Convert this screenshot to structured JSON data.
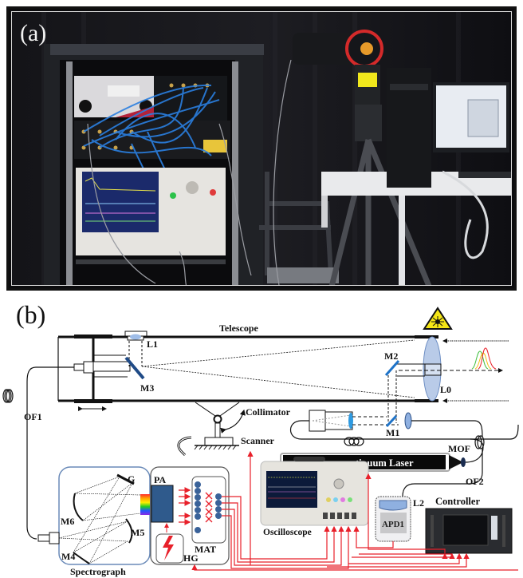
{
  "figure": {
    "panel_a_label": "(a)",
    "panel_b_label": "(b)"
  },
  "photo": {
    "description": "Laboratory setup: equipment rack with blue fiber cables and oscilloscope, tripod-mounted telescope scanner with yellow label, desktop PC and monitor on table"
  },
  "diagram": {
    "labels": {
      "telescope": "Telescope",
      "l1": "L1",
      "m3": "M3",
      "m2": "M2",
      "l0": "L0",
      "m1": "M1",
      "collimator": "Collimator",
      "scanner": "Scanner",
      "mof": "MOF",
      "of1": "OF1",
      "of2": "OF2",
      "laser": "Supercontinuum Laser",
      "g": "G",
      "m6": "M6",
      "m5": "M5",
      "m4": "M4",
      "spectrograph": "Spectrograph",
      "pa": "PA",
      "mat": "MAT",
      "hg": "HG",
      "oscilloscope": "Oscilloscope",
      "l2": "L2",
      "apd1": "APD1",
      "controller": "Controller"
    },
    "icons": {
      "laser_warning": "laser-warning-triangle-icon",
      "high_voltage": "lightning-bolt-icon"
    },
    "colors": {
      "signal_lines": "#e8202a",
      "mirror_blue": "#1f5fa8",
      "lens_fill": "#b9cbe8",
      "pa_fill": "#2f5a8c",
      "mat_dots": "#3a6299",
      "warning_yellow": "#f5e616",
      "laser_box": "#0a0a0a",
      "mof_arrow": "#19b24b"
    }
  }
}
